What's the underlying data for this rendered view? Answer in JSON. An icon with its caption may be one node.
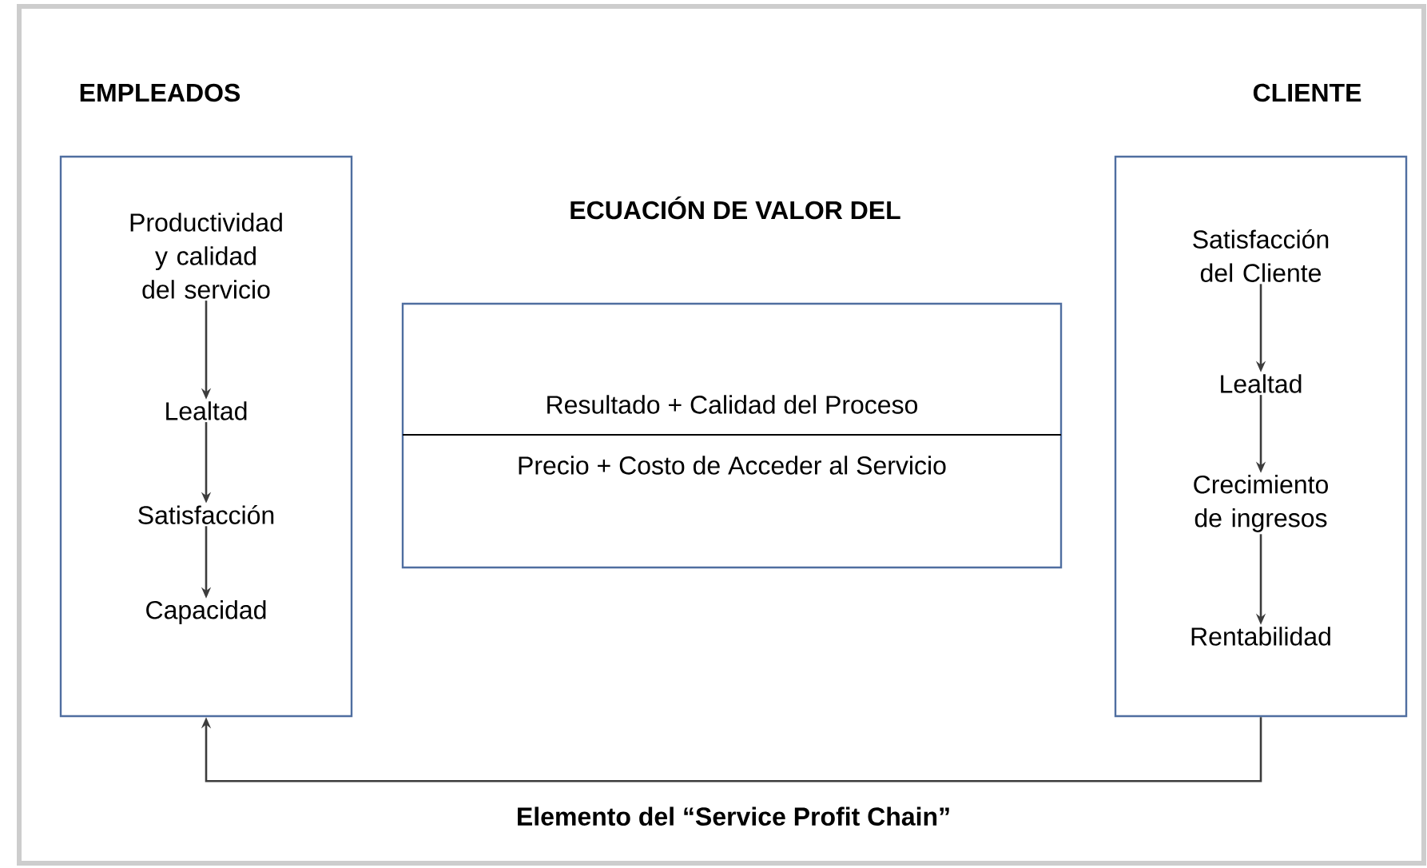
{
  "diagram": {
    "nodes": [
      {
        "text": [
          "EMPLEADOS"
        ]
      },
      {
        "text": [
          "Productividad y calidad del servicio"
        ],
        "in": 0
      },
      {
        "text": [
          "Lealtad"
        ],
        "in": 0
      },
      {
        "text": [
          "Satisfacción"
        ],
        "in": 0
      },
      {
        "text": [
          "Capacidad"
        ],
        "in": 0
      },
      {
        "text": [
          "ECUACIÓN DE VALOR DEL",
          "Resultado + Calidad del Proceso",
          "Precio + Costo de Acceder al Servicio"
        ]
      },
      {
        "text": [
          "CLIENTE"
        ]
      },
      {
        "text": [
          "Satisfacción del Cliente"
        ],
        "in": 6
      },
      {
        "text": [
          "Lealtad"
        ],
        "in": 6
      },
      {
        "text": [
          "Crecimiento de ingresos"
        ],
        "in": 6
      },
      {
        "text": [
          "Rentabilidad"
        ],
        "in": 6
      }
    ],
    "edges": [
      {
        "from": 1,
        "to": 2,
        "arrow": "to"
      },
      {
        "from": 2,
        "to": 3,
        "arrow": "to"
      },
      {
        "from": 3,
        "to": 4,
        "arrow": "to"
      },
      {
        "from": 7,
        "to": 8,
        "arrow": "to"
      },
      {
        "from": 8,
        "to": 9,
        "arrow": "to"
      },
      {
        "from": 9,
        "to": 10,
        "arrow": "to"
      },
      {
        "from": 6,
        "to": 0,
        "arrow": "to",
        "label": "Elemento del  “Service Profit Chain”"
      }
    ]
  }
}
